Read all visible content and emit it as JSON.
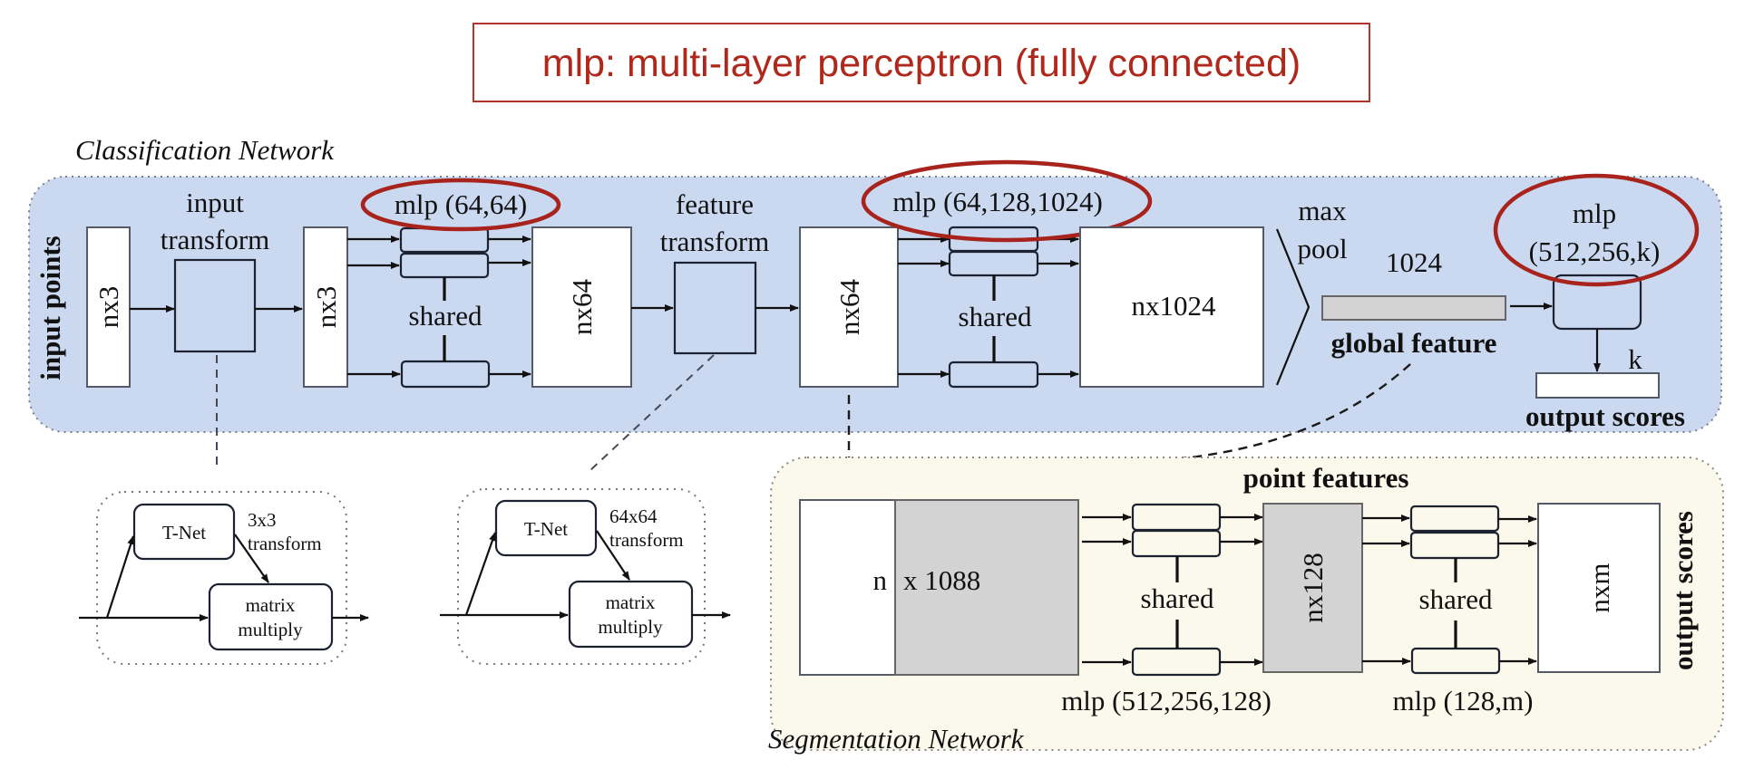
{
  "title": {
    "text": "mlp: multi-layer perceptron (fully connected)",
    "accent_color": "#b0271c"
  },
  "colors": {
    "classification_panel": "#cad8f0",
    "segmentation_panel": "#fbf8ec",
    "feature_bar": "#d3d3d3",
    "highlight_ellipse": "#a8231c"
  },
  "classification": {
    "caption": "Classification Network",
    "side_label": "input points",
    "input_block": "nx3",
    "input_transform": [
      "input",
      "transform"
    ],
    "transformed_block": "nx3",
    "mlp1": {
      "label": "mlp (64,64)",
      "shared": "shared"
    },
    "feature_block_1": "nx64",
    "feature_transform": [
      "feature",
      "transform"
    ],
    "feature_block_2": "nx64",
    "mlp2": {
      "label": "mlp (64,128,1024)",
      "shared": "shared"
    },
    "big_block": "nx1024",
    "maxpool": [
      "max",
      "pool"
    ],
    "global_dim": "1024",
    "global_label": "global feature",
    "mlp3": {
      "line1": "mlp",
      "line2": "(512,256,k)"
    },
    "k_label": "k",
    "output_label": "output scores"
  },
  "tnets": [
    {
      "net": "T-Net",
      "transform_size": "3x3",
      "transform_word": "transform",
      "op": [
        "matrix",
        "multiply"
      ]
    },
    {
      "net": "T-Net",
      "transform_size": "64x64",
      "transform_word": "transform",
      "op": [
        "matrix",
        "multiply"
      ]
    }
  ],
  "segmentation": {
    "caption": "Segmentation Network",
    "concat_n": "n",
    "concat_dim": "x 1088",
    "point_features": "point features",
    "mlp1": {
      "label": "mlp (512,256,128)",
      "shared": "shared"
    },
    "mid_block": "nx128",
    "mlp2": {
      "label": "mlp (128,m)",
      "shared": "shared"
    },
    "out_block": "nxm",
    "side_label": "output scores"
  }
}
